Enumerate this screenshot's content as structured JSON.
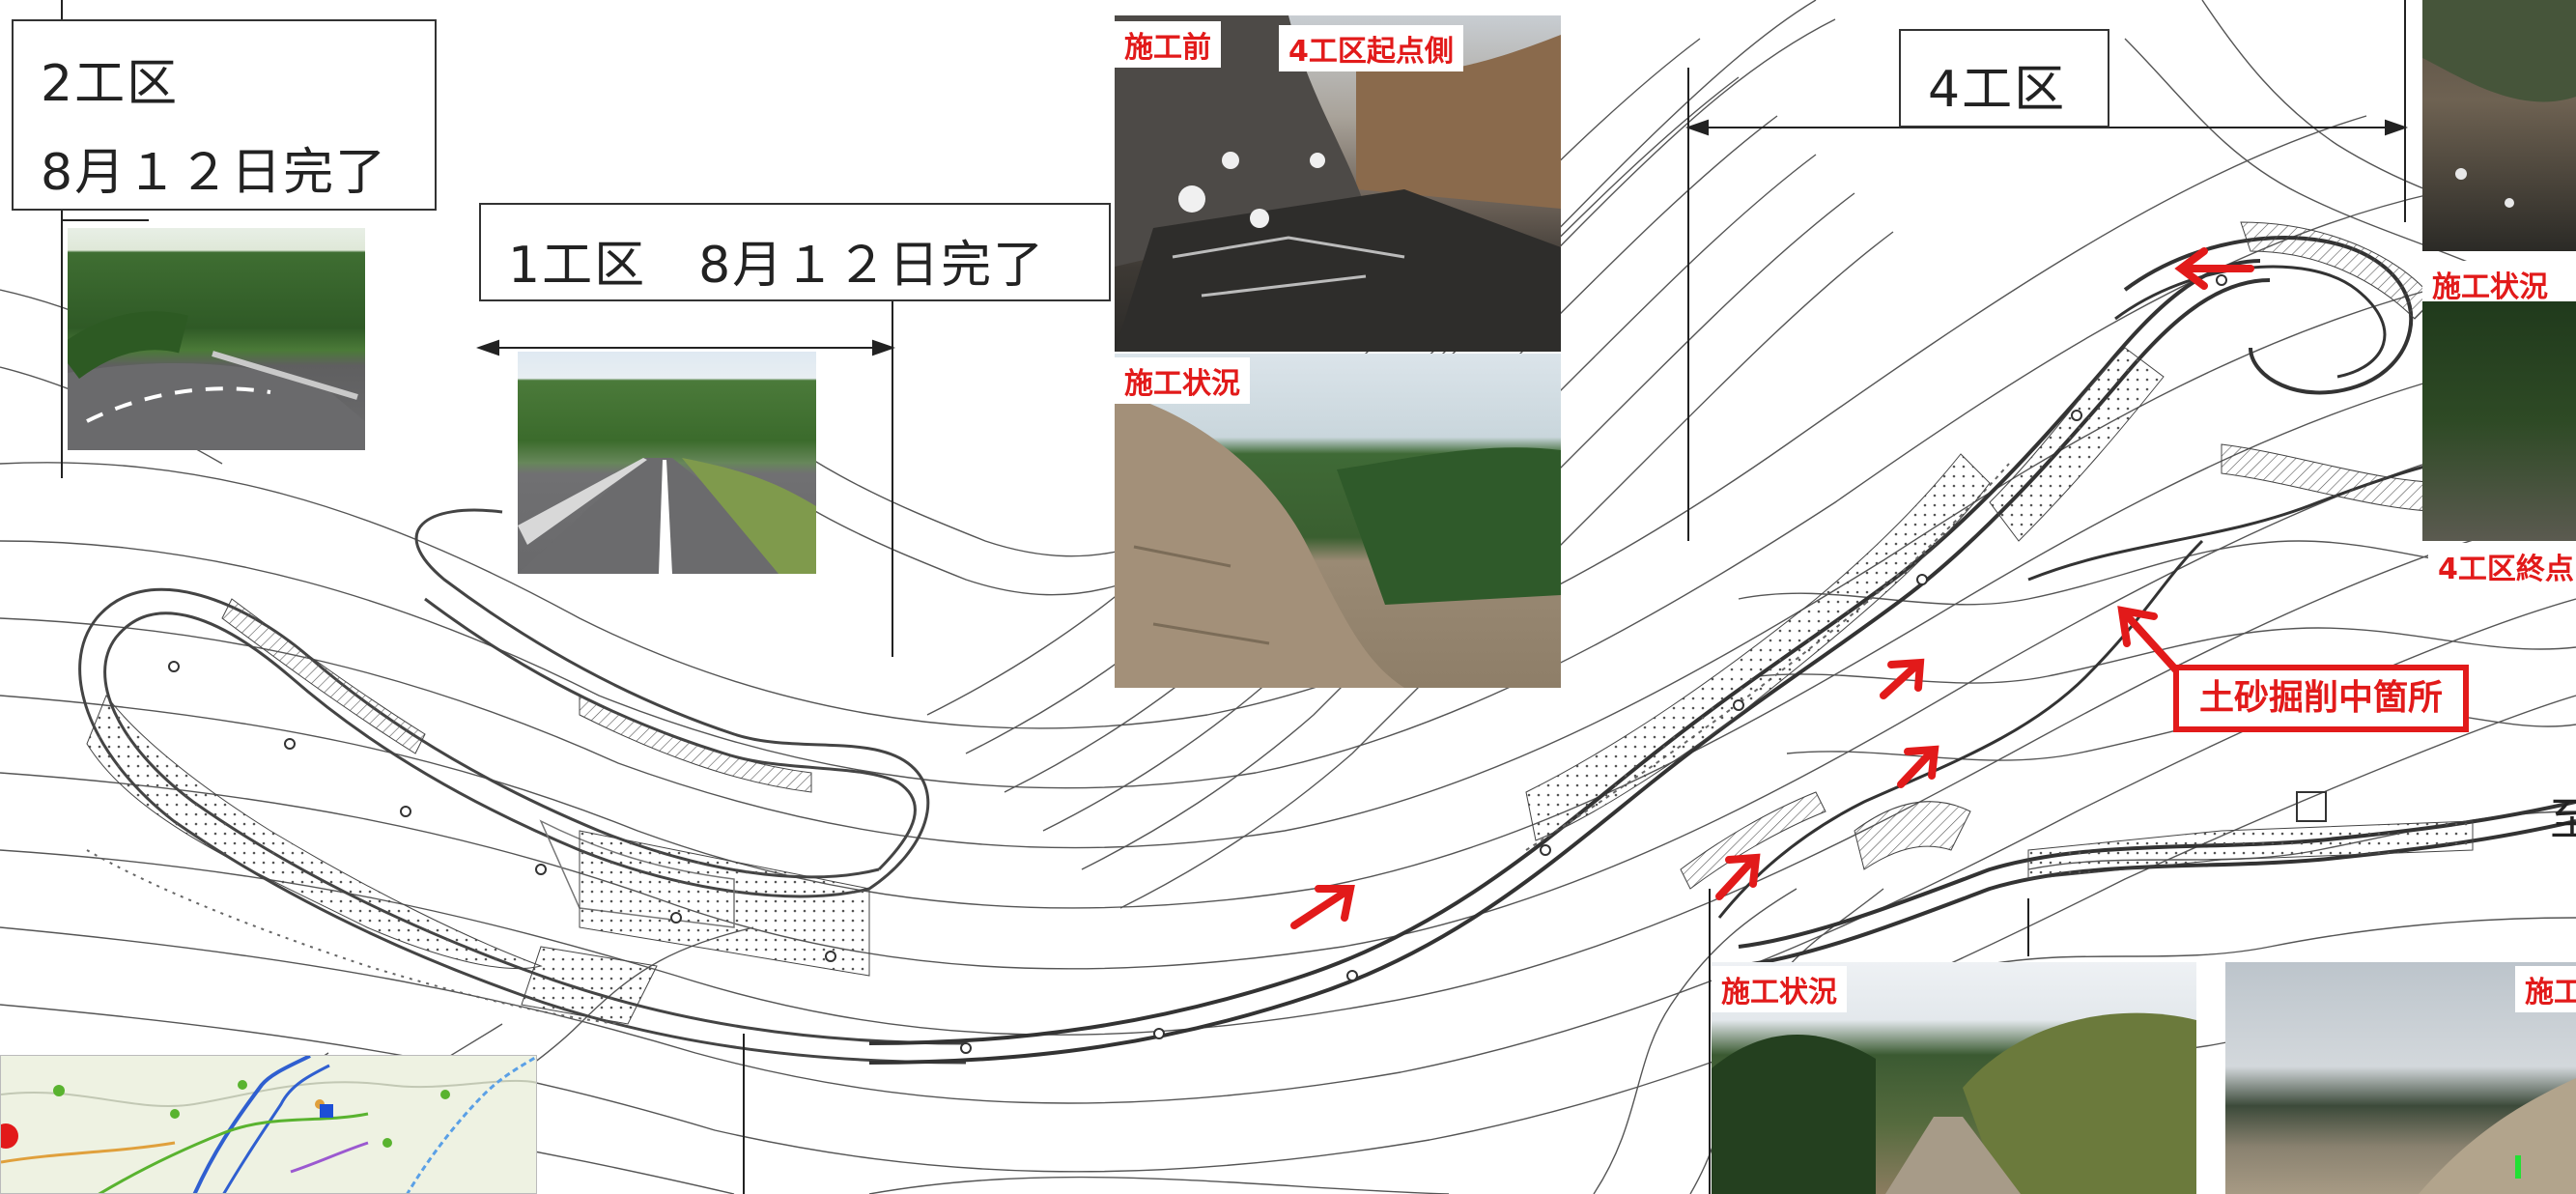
{
  "colors": {
    "accent": "#e21a1a",
    "line": "#444444"
  },
  "section_labels": {
    "section2_name": "2工区",
    "section2_status": "8月１２日完了",
    "section1_text": "1工区　8月１２日完了",
    "section4_name": "4工区"
  },
  "photo_labels": {
    "before": "施工前",
    "section4_start": "4工区起点側",
    "progress": "施工状況",
    "section4_end": "4工区終点",
    "progress_partial": "施工"
  },
  "callout": {
    "excavation": "土砂掘削中箇所"
  },
  "edge_text": "至",
  "icons": [
    "direction-arrow-icon",
    "location-pin-icon"
  ]
}
